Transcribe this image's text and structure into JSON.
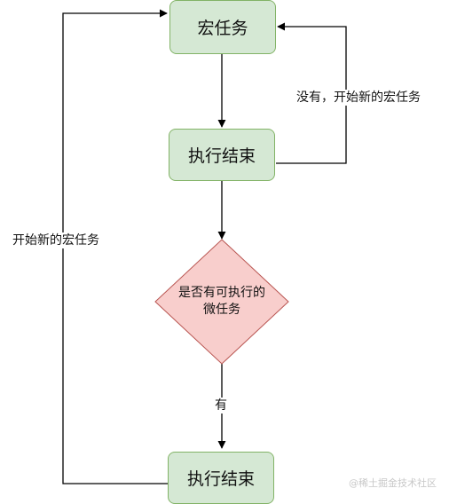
{
  "nodes": {
    "macro_task": "宏任务",
    "end_exec_1": "执行结束",
    "decision_line1": "是否有可执行的",
    "decision_line2": "微任务",
    "end_exec_2": "执行结束"
  },
  "edges": {
    "no_new_macro": "没有，开始新的宏任务",
    "yes": "有",
    "start_new_macro": "开始新的宏任务"
  },
  "watermark": "@稀土掘金技术社区",
  "colors": {
    "process_fill": "#d5e8d4",
    "process_stroke": "#82b366",
    "decision_fill": "#f8cecc",
    "decision_stroke": "#b85450",
    "edge": "#000000"
  }
}
